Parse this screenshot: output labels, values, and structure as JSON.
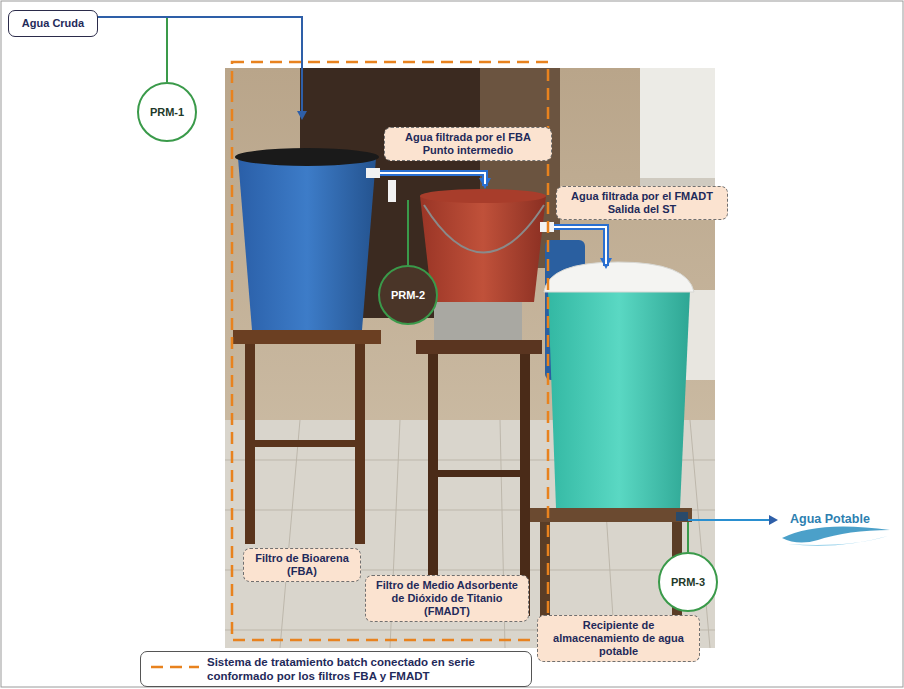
{
  "diagram": {
    "nodes": [
      {
        "text": [
          "Agua Cruda"
        ]
      },
      {
        "text": [
          "PRM-1"
        ]
      },
      {
        "text": [
          "Agua filtrada por el FBA Punto intermedio"
        ]
      },
      {
        "text": [
          "Agua filtrada por el FMADT Salida del ST"
        ]
      },
      {
        "text": [
          "PRM-2"
        ]
      },
      {
        "text": [
          "Agua Potable"
        ]
      },
      {
        "text": [
          "Filtro de Bioarena (FBA)"
        ]
      },
      {
        "text": [
          "Filtro de Medio Adsorbente de Dióxido de Titanio (FMADT)"
        ]
      },
      {
        "text": [
          "PRM-3"
        ]
      },
      {
        "text": [
          "Recipiente de almacenamiento de agua potable"
        ]
      }
    ],
    "legend": [
      {
        "text": "Sistema de tratamiento batch conectado en serie conformado por los filtros FBA y FMADT"
      }
    ]
  }
}
